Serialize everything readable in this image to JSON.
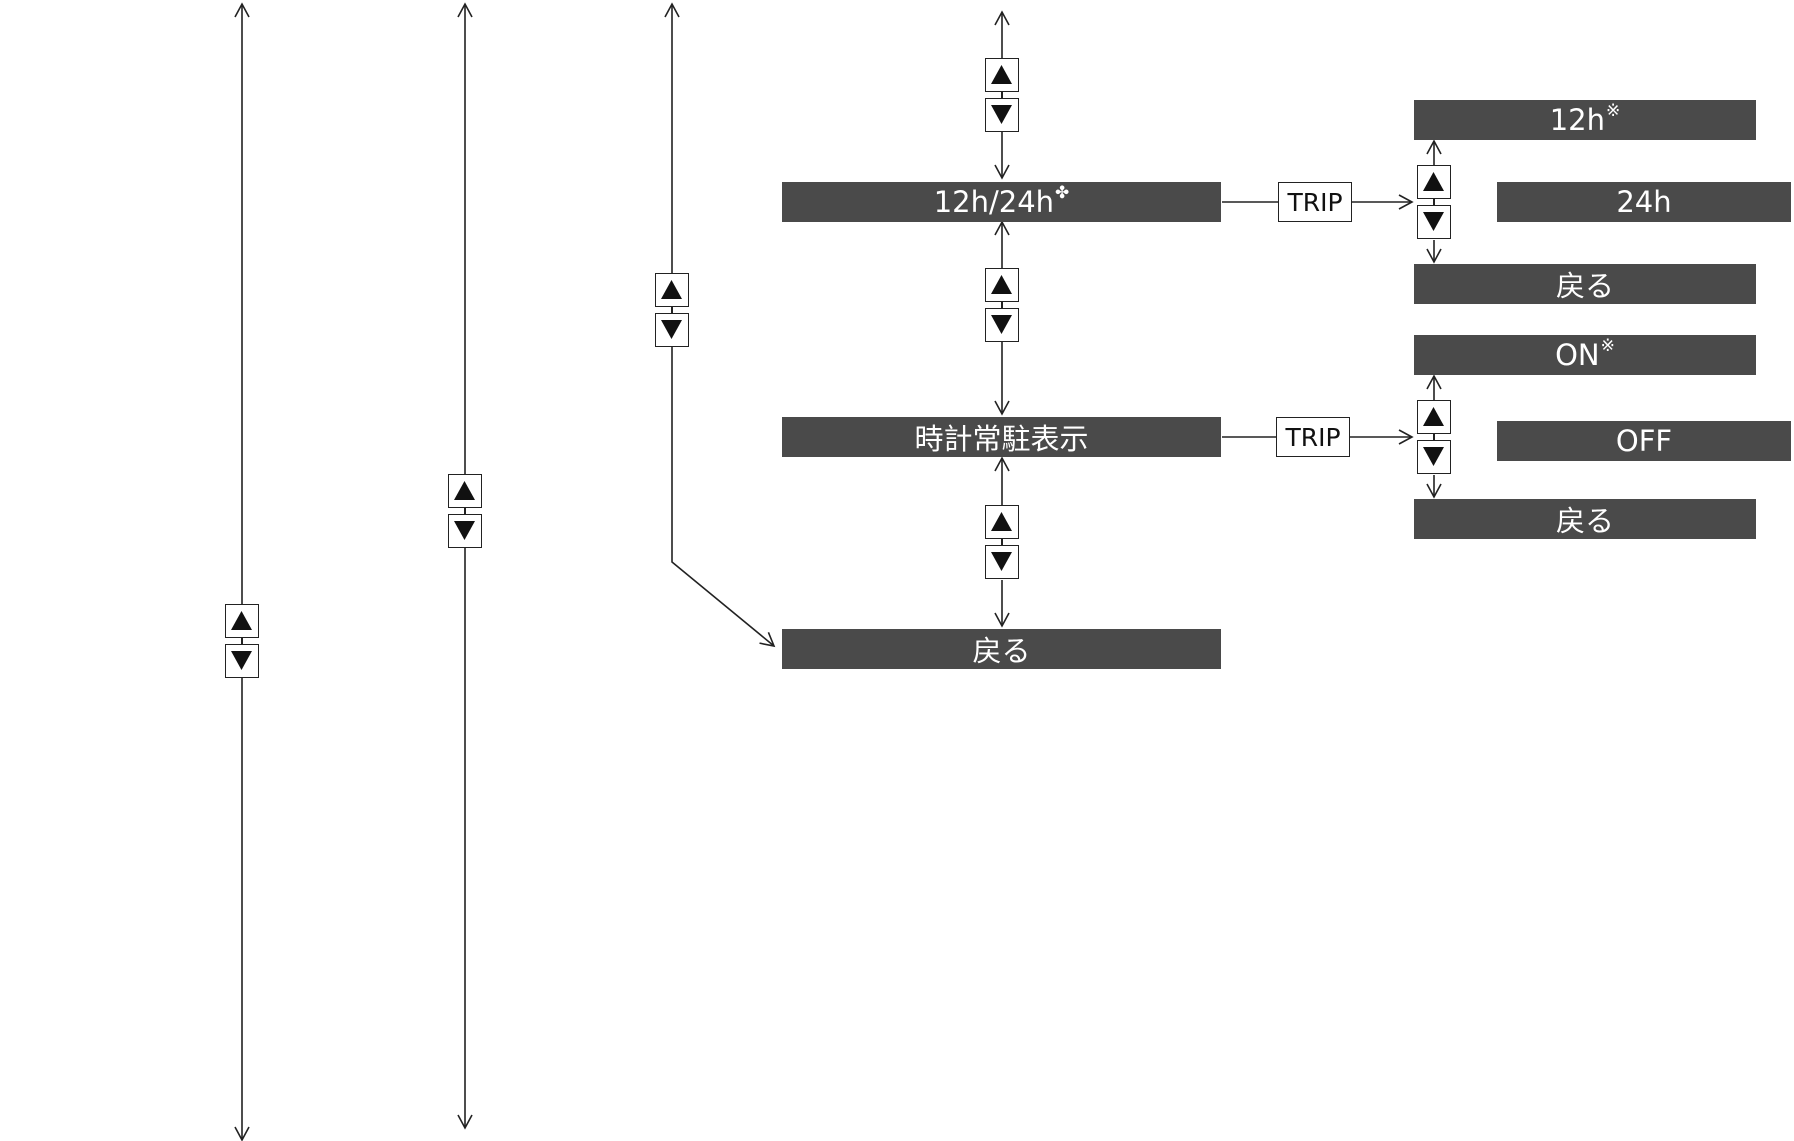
{
  "main_menu": {
    "item_12h24h": {
      "label": "12h/24h",
      "mark": "✤"
    },
    "item_clock_display": {
      "label": "時計常駐表示"
    },
    "item_back": {
      "label": "戻る"
    }
  },
  "trip_buttons": [
    {
      "label": "TRIP"
    },
    {
      "label": "TRIP"
    }
  ],
  "submenu_12h24h": {
    "opt_12h": {
      "label": "12h",
      "mark": "※"
    },
    "opt_24h": {
      "label": "24h"
    },
    "opt_back": {
      "label": "戻る"
    }
  },
  "submenu_clock": {
    "opt_on": {
      "label": "ON",
      "mark": "※"
    },
    "opt_off": {
      "label": "OFF"
    },
    "opt_back": {
      "label": "戻る"
    }
  },
  "colors": {
    "bar_fill": "#4a4a4a",
    "bar_text": "#ffffff",
    "line": "#222222"
  },
  "icons": {
    "up": "up-triangle-icon",
    "down": "down-triangle-icon"
  }
}
